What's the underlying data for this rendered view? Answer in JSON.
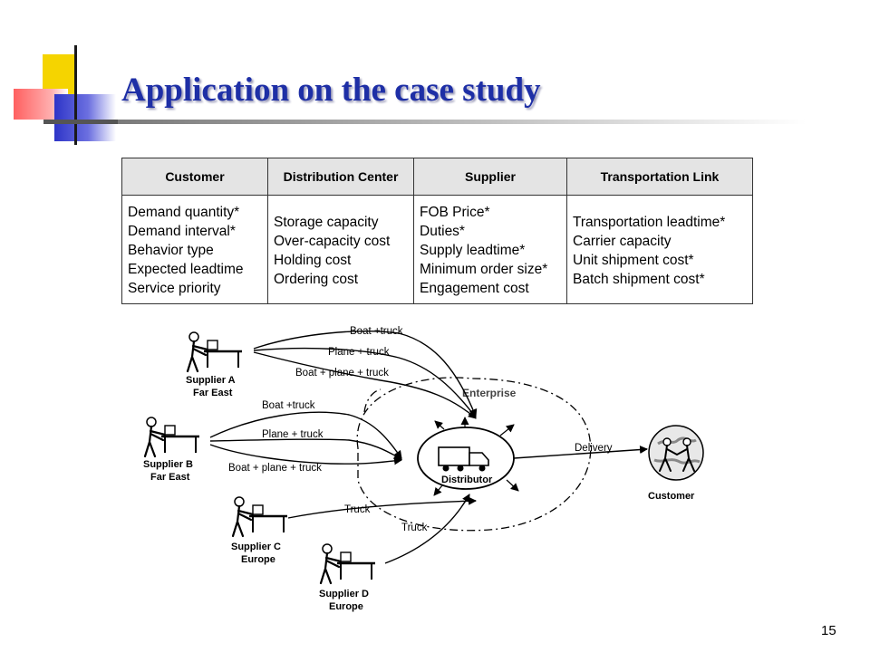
{
  "slide": {
    "title": "Application on the case study",
    "page_number": "15"
  },
  "table": {
    "columns": [
      {
        "header": "Customer",
        "items": [
          "Demand quantity*",
          "Demand interval*",
          "Behavior type",
          "Expected leadtime",
          "Service priority"
        ]
      },
      {
        "header": "Distribution Center",
        "items": [
          "Storage capacity",
          "Over-capacity cost",
          "Holding cost",
          "Ordering cost"
        ]
      },
      {
        "header": "Supplier",
        "items": [
          "FOB Price*",
          "Duties*",
          "Supply leadtime*",
          "Minimum order size*",
          "Engagement cost"
        ]
      },
      {
        "header": "Transportation Link",
        "items": [
          "Transportation leadtime*",
          "Carrier capacity",
          "Unit shipment cost*",
          "Batch shipment cost*"
        ]
      }
    ]
  },
  "diagram": {
    "suppliers": [
      {
        "name": "Supplier A",
        "region": "Far East"
      },
      {
        "name": "Supplier B",
        "region": "Far East"
      },
      {
        "name": "Supplier C",
        "region": "Europe"
      },
      {
        "name": "Supplier D",
        "region": "Europe"
      }
    ],
    "links": {
      "a_boat": "Boat +truck",
      "a_plane": "Plane + truck",
      "a_boat_plane": "Boat + plane + truck",
      "b_boat": "Boat +truck",
      "b_plane": "Plane + truck",
      "b_boat_plane": "Boat + plane + truck",
      "c_truck": "Truck",
      "d_truck": "Truck",
      "delivery": "Delivery"
    },
    "enterprise_label": "Enterprise",
    "distributor_label": "Distributor",
    "customer_label": "Customer"
  }
}
